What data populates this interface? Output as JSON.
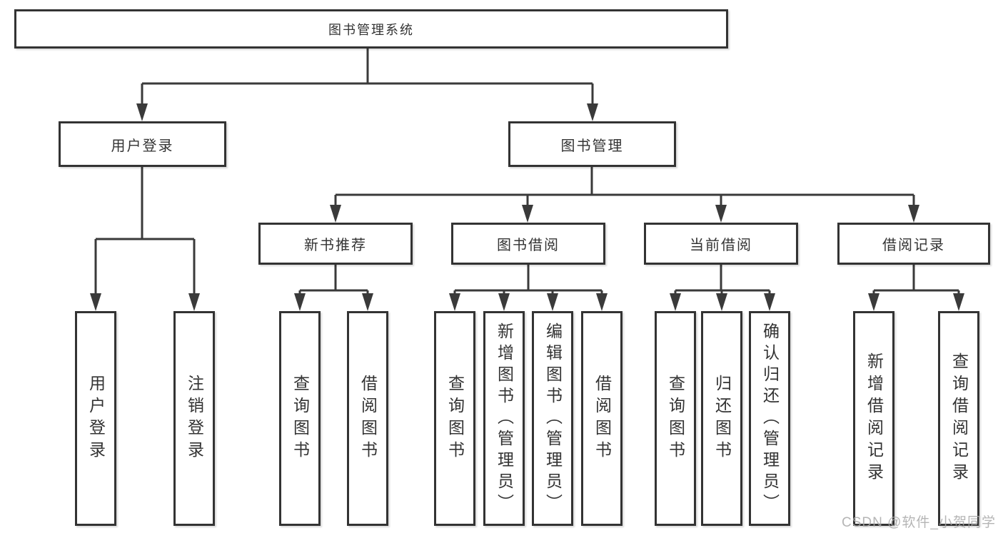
{
  "diagram": {
    "root": {
      "label": "图书管理系统"
    },
    "user_login_branch": {
      "label": "用户登录",
      "children": [
        {
          "label": "用户登录"
        },
        {
          "label": "注销登录"
        }
      ]
    },
    "book_management_branch": {
      "label": "图书管理",
      "sections": [
        {
          "label": "新书推荐",
          "children": [
            {
              "label": "查询图书"
            },
            {
              "label": "借阅图书"
            }
          ]
        },
        {
          "label": "图书借阅",
          "children": [
            {
              "label": "查询图书"
            },
            {
              "label": "新增图书（管理员）"
            },
            {
              "label": "编辑图书（管理员）"
            },
            {
              "label": "借阅图书"
            }
          ]
        },
        {
          "label": "当前借阅",
          "children": [
            {
              "label": "查询图书"
            },
            {
              "label": "归还图书"
            },
            {
              "label": "确认归还（管理员）"
            }
          ]
        },
        {
          "label": "借阅记录",
          "children": [
            {
              "label": "新增借阅记录"
            },
            {
              "label": "查询借阅记录"
            }
          ]
        }
      ]
    },
    "watermark": "CSDN @软件_小贺同学",
    "colors": {
      "line": "#3a3a3a",
      "box_border": "#333333",
      "text": "#333333",
      "watermark": "#a8a8a8",
      "background": "#ffffff"
    }
  }
}
